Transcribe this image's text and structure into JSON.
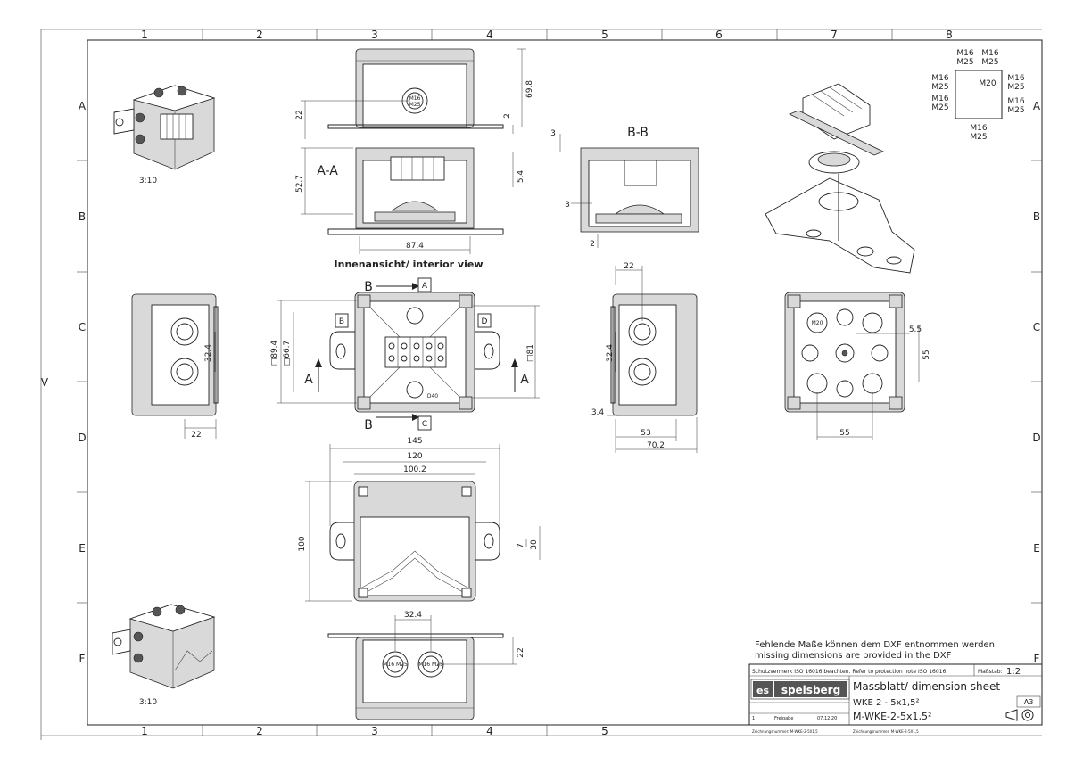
{
  "frame": {
    "columns": [
      "1",
      "2",
      "3",
      "4",
      "5",
      "6",
      "7",
      "8"
    ],
    "rows": [
      "A",
      "B",
      "C",
      "D",
      "E",
      "F"
    ],
    "bottom_columns": [
      "1",
      "2",
      "3",
      "4",
      "5"
    ],
    "side_mark": "V"
  },
  "scales": {
    "iso_top": "3:10",
    "iso_bottom": "3:10"
  },
  "views": {
    "front_top": {
      "d_69_8": "69.8",
      "d_22": "22",
      "d_2": "2"
    },
    "section_aa": {
      "label": "A-A",
      "d_52_7": "52.7",
      "d_5_4": "5.4",
      "d_87_4": "87.4"
    },
    "interior_caption": "Innenansicht/ interior view",
    "section_bb": {
      "label": "B-B",
      "d_3a": "3",
      "d_3b": "3",
      "d_2": "2"
    },
    "side_left": {
      "d_32_4": "32.4",
      "d_22": "22"
    },
    "plan": {
      "arrow_b": "B",
      "tag_a": "A",
      "tag_b": "B",
      "tag_d": "D",
      "tag_c": "C",
      "arrow_a_left": "A",
      "arrow_a_right": "A",
      "arrow_b_bottom": "B",
      "d_89_4": "□89.4",
      "d_66_7": "□66.7",
      "d_81": "□81",
      "part_code": "D40"
    },
    "side_right": {
      "d_22": "22",
      "d_32_4": "32.4",
      "d_3_4": "3.4",
      "d_53": "53",
      "d_70_2": "70.2"
    },
    "bottom_view": {
      "d_5_5": "5.5",
      "d_55v": "55",
      "d_55h": "55",
      "gland": "M20"
    },
    "lid_view": {
      "d_145": "145",
      "d_120": "120",
      "d_100_2": "100.2",
      "d_100": "100",
      "d_7": "7",
      "d_30": "30"
    },
    "front_bottom": {
      "d_32_4": "32.4",
      "d_22": "22",
      "gland": "M16 M25"
    }
  },
  "entry_diagram": {
    "top_left": [
      "M16",
      "M25"
    ],
    "top_right": [
      "M16",
      "M25"
    ],
    "left_upper": [
      "M16",
      "M25"
    ],
    "left_lower": [
      "M16",
      "M25"
    ],
    "right_center": "M20",
    "right_outer_upper": [
      "M16",
      "M25"
    ],
    "right_outer_lower": [
      "M16",
      "M25"
    ],
    "bottom": [
      "M16",
      "M25"
    ]
  },
  "notes": {
    "de": "Fehlende Maße können dem DXF entnommen werden",
    "en": "missing dimensions are provided in the DXF"
  },
  "title_block": {
    "protection_note": "Schutzvermerk ISO 16016 beachten. Refer to protection note ISO 16016.",
    "scale_label": "Maßstab:",
    "scale_value": "1:2",
    "logo": "spelsberg",
    "sheet_title": "Massblatt/ dimension sheet",
    "product": "WKE 2 - 5x1,5²",
    "drawing_no": "M-WKE-2-5x1,5²",
    "format": "A3",
    "rev_index": "1",
    "rev_text": "Freigabe",
    "rev_date": "07.12.20",
    "ref_left": "Zeichnungsnummer: M-WKE-2-5X1,5",
    "ref_right": "Zeichnungsnummer: M-WKE-2-5X1,5"
  },
  "colors": {
    "line": "#222222",
    "grey": "#d9d9d9",
    "dark": "#555555"
  }
}
